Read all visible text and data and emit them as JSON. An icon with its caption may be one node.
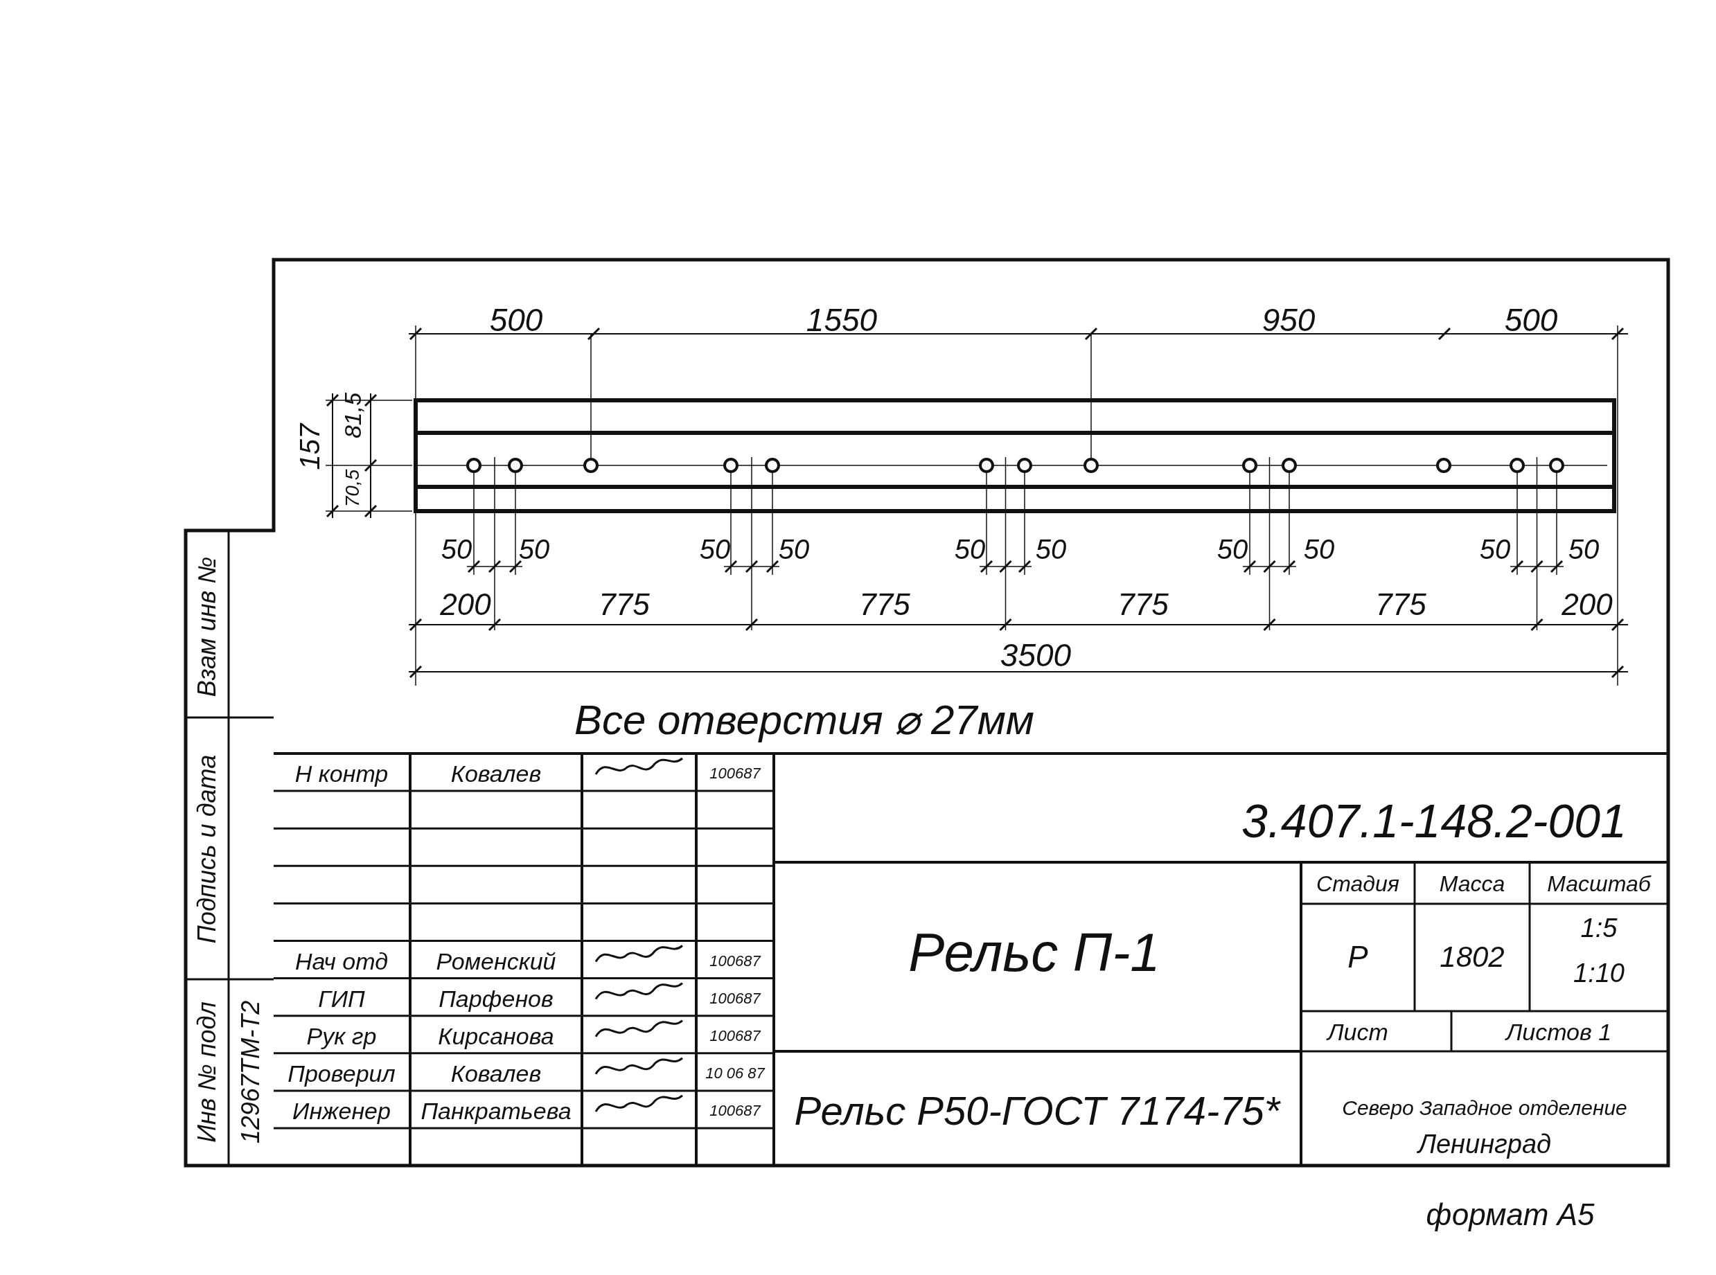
{
  "diagram": {
    "labels": [
      "500",
      "1550",
      "950",
      "500",
      "157",
      "81,5",
      "70,5",
      "50",
      "50",
      "50",
      "50",
      "50",
      "50",
      "50",
      "50",
      "50",
      "50",
      "200",
      "775",
      "775",
      "775",
      "775",
      "200",
      "3500",
      "Все отверстия ⌀ 27мм",
      "Взам инв №",
      "Подпись и дата",
      "Инв № подл",
      "12967ТМ-Т2",
      "Н контр",
      "Ковалев",
      "100687",
      "Нач отд",
      "Роменский",
      "100687",
      "ГИП",
      "Парфенов",
      "100687",
      "Рук гр",
      "Кирсанова",
      "100687",
      "Проверил",
      "Ковалев",
      "10 06 87",
      "Инженер",
      "Панкратьева",
      "100687",
      "3.407.1-148.2-001",
      "Рельс П-1",
      "Стадия",
      "Масса",
      "Масштаб",
      "Р",
      "1802",
      "1:5",
      "1:10",
      "Лист",
      "Листов 1",
      "Рельс Р50-ГОСТ 7174-75*",
      "Северо Западное отделение",
      "Ленинград",
      "формат А5"
    ]
  }
}
